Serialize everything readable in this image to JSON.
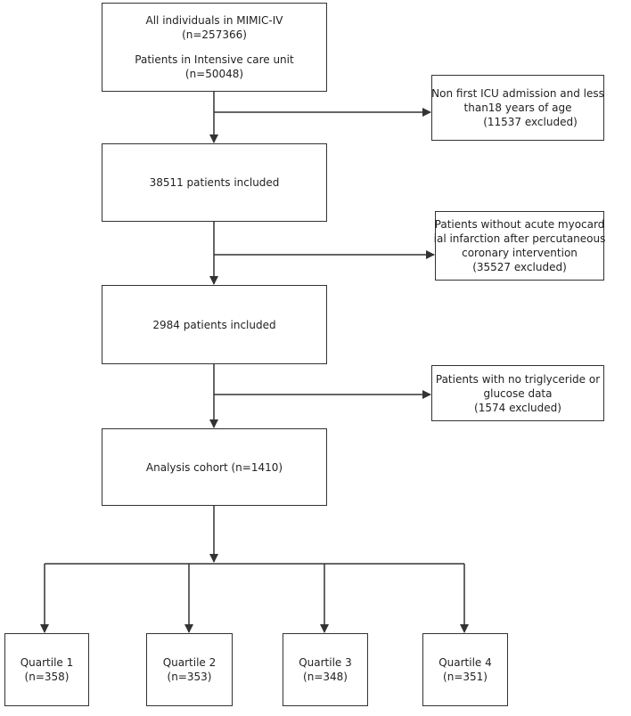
{
  "flowchart": {
    "start": {
      "line1": "All individuals in MIMIC-IV",
      "line2": "(n=257366)",
      "line3": "Patients in Intensive care unit",
      "line4": "(n=50048)"
    },
    "exclusion1": {
      "line1": "Non first ICU admission and less",
      "line2": "than18 years of age",
      "line3": "(11537 excluded)"
    },
    "step2": {
      "label": "38511 patients included"
    },
    "exclusion2": {
      "line1": "Patients without acute myocard",
      "line2": "ial infarction after percutaneous",
      "line3": "coronary intervention",
      "line4": "(35527 excluded)"
    },
    "step3": {
      "label": "2984 patients included"
    },
    "exclusion3": {
      "line1": "Patients with no triglyceride or",
      "line2": "glucose data",
      "line3": "(1574 excluded)"
    },
    "cohort": {
      "label": "Analysis cohort  (n=1410)"
    },
    "quartiles": [
      {
        "name": "Quartile 1",
        "n": "(n=358)"
      },
      {
        "name": "Quartile 2",
        "n": "(n=353)"
      },
      {
        "name": "Quartile 3",
        "n": "(n=348)"
      },
      {
        "name": "Quartile 4",
        "n": "(n=351)"
      }
    ]
  }
}
